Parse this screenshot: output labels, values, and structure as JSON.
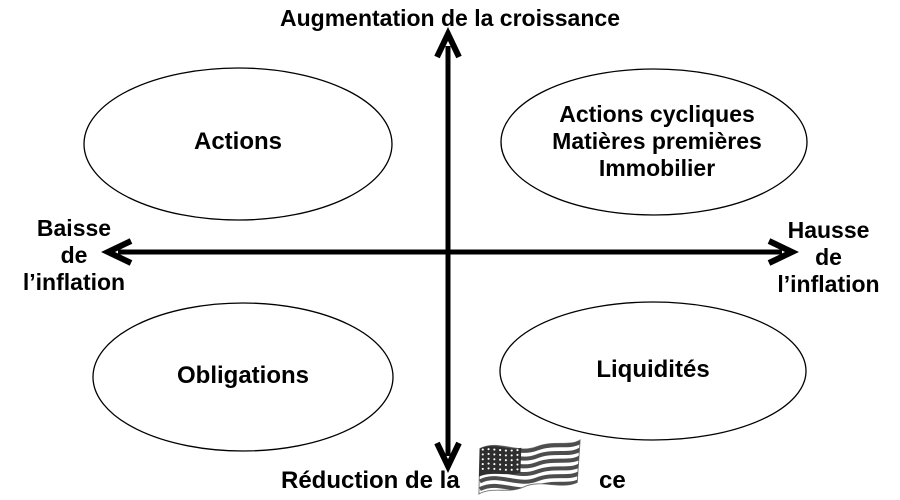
{
  "diagram": {
    "title_top": "Augmentation de la croissance",
    "bottom_label": {
      "before_flag": "Réduction de la",
      "after_flag": "ce"
    },
    "axis_left": {
      "lines": [
        "Baisse",
        "de",
        "l’inflation"
      ]
    },
    "axis_right": {
      "lines": [
        "Hausse",
        "de",
        "l’inflation"
      ]
    },
    "quadrants": {
      "top_left": {
        "lines": [
          "Actions"
        ]
      },
      "top_right": {
        "lines": [
          "Actions cycliques",
          "Matières premières",
          "Immobilier"
        ]
      },
      "bottom_left": {
        "lines": [
          "Obligations"
        ]
      },
      "bottom_right": {
        "lines": [
          "Liquidités"
        ]
      }
    },
    "icons": {
      "flag": "us-flag-icon"
    },
    "colors": {
      "ink": "#000000",
      "background": "#ffffff",
      "flag_dark": "#2e2e2e",
      "flag_stripe": "#4d4d4d",
      "flag_outline": "#777777"
    }
  }
}
